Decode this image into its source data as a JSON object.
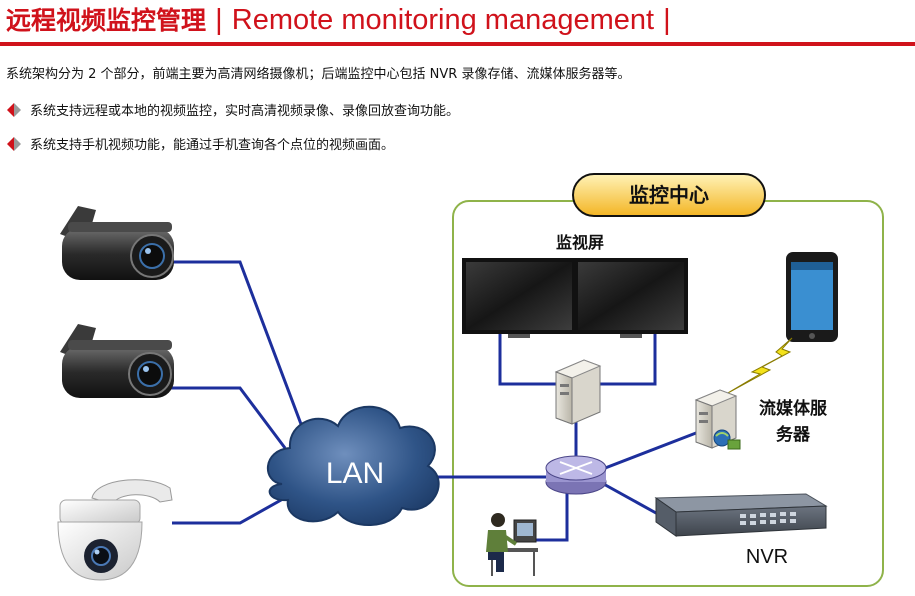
{
  "header": {
    "title_zh": "远程视频监控管理",
    "separator": "|",
    "title_en": "Remote monitoring management",
    "separator_end": "|"
  },
  "intro": "系统架构分为 2 个部分，前端主要为高清网络摄像机；后端监控中心包括 NVR 录像存储、流媒体服务器等。",
  "bullets": [
    "系统支持远程或本地的视频监控，实时高清视频录像、录像回放查询功能。",
    "系统支持手机视频功能，能通过手机查询各个点位的视频画面。"
  ],
  "diagram": {
    "lan_label": "LAN",
    "center_label": "监控中心",
    "monitor_label": "监视屏",
    "server_label_line1": "流媒体服",
    "server_label_line2": "务器",
    "nvr_label": "NVR"
  },
  "colors": {
    "brand_red": "#d0121b",
    "link_blue": "#1d2f9c",
    "center_border": "#8fb34a",
    "center_badge": "#f6c93a",
    "cloud": "#274b7d"
  }
}
